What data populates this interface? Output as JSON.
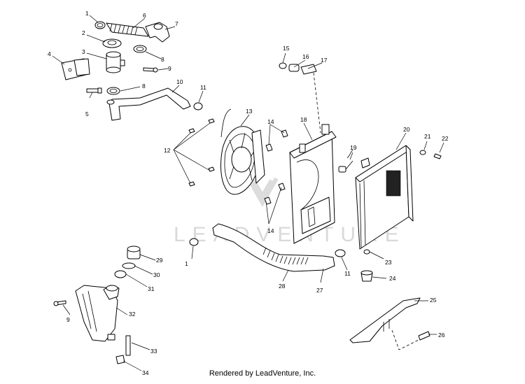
{
  "watermark": "LEADVENTURE",
  "footer": "Rendered by LeadVenture, Inc.",
  "callouts": [
    {
      "id": "c1a",
      "text": "1"
    },
    {
      "id": "c2",
      "text": "2"
    },
    {
      "id": "c3",
      "text": "3"
    },
    {
      "id": "c4",
      "text": "4"
    },
    {
      "id": "c5",
      "text": "5"
    },
    {
      "id": "c6",
      "text": "6"
    },
    {
      "id": "c7",
      "text": "7"
    },
    {
      "id": "c8a",
      "text": "8"
    },
    {
      "id": "c8b",
      "text": "8"
    },
    {
      "id": "c9a",
      "text": "9"
    },
    {
      "id": "c10",
      "text": "10"
    },
    {
      "id": "c11a",
      "text": "11"
    },
    {
      "id": "c12",
      "text": "12"
    },
    {
      "id": "c13",
      "text": "13"
    },
    {
      "id": "c14a",
      "text": "14"
    },
    {
      "id": "c14b",
      "text": "14"
    },
    {
      "id": "c15",
      "text": "15"
    },
    {
      "id": "c16",
      "text": "16"
    },
    {
      "id": "c17",
      "text": "17"
    },
    {
      "id": "c18",
      "text": "18"
    },
    {
      "id": "c19",
      "text": "19"
    },
    {
      "id": "c20",
      "text": "20"
    },
    {
      "id": "c21",
      "text": "21"
    },
    {
      "id": "c22",
      "text": "22"
    },
    {
      "id": "c1b",
      "text": "1"
    },
    {
      "id": "c11b",
      "text": "11"
    },
    {
      "id": "c23",
      "text": "23"
    },
    {
      "id": "c24",
      "text": "24"
    },
    {
      "id": "c25",
      "text": "25"
    },
    {
      "id": "c26",
      "text": "26"
    },
    {
      "id": "c27",
      "text": "27"
    },
    {
      "id": "c28",
      "text": "28"
    },
    {
      "id": "c29",
      "text": "29"
    },
    {
      "id": "c30",
      "text": "30"
    },
    {
      "id": "c31",
      "text": "31"
    },
    {
      "id": "c32",
      "text": "32"
    },
    {
      "id": "c9b",
      "text": "9"
    },
    {
      "id": "c33",
      "text": "33"
    },
    {
      "id": "c34",
      "text": "34"
    }
  ]
}
